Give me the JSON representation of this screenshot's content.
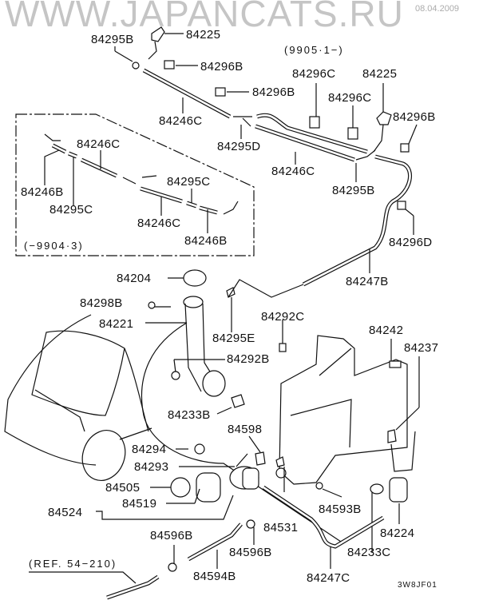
{
  "diagram": {
    "title_code": "3W8JF01",
    "watermark": "WWW.JAPANCATS.RU",
    "watermark_date": "08.04.2009",
    "notes": {
      "new_version": "(9905·1−)",
      "old_version": "(−9904·3)",
      "reference": "(REF. 54−210)"
    },
    "labels": {
      "p84295B_top": "84295B",
      "p84225_top": "84225",
      "p84296B_a": "84296B",
      "p84296B_b": "84296B",
      "p84246C_top": "84246C",
      "p84295D": "84295D",
      "p84296C_a": "84296C",
      "p84296C_b": "84296C",
      "p84225_right": "84225",
      "p84296B_right": "84296B",
      "p84246C_right": "84246C",
      "p84295B_right": "84295B",
      "p84296D": "84296D",
      "p84247B": "84247B",
      "box_84246C_a": "84246C",
      "box_84246B_a": "84246B",
      "box_84295C_a": "84295C",
      "box_84295C_b": "84295C",
      "box_84246C_b": "84246C",
      "box_84246B_b": "84246B",
      "p84204": "84204",
      "p84298B": "84298B",
      "p84221": "84221",
      "p84295E": "84295E",
      "p84292C": "84292C",
      "p84292B": "84292B",
      "p84233B": "84233B",
      "p84242": "84242",
      "p84237": "84237",
      "p84598": "84598",
      "p84294": "84294",
      "p84293": "84293",
      "p84505": "84505",
      "p84519": "84519",
      "p84524": "84524",
      "p84531": "84531",
      "p84593B": "84593B",
      "p84224": "84224",
      "p84233C": "84233C",
      "p84596B_a": "84596B",
      "p84596B_b": "84596B",
      "p84594B": "84594B",
      "p84247C": "84247C"
    }
  }
}
